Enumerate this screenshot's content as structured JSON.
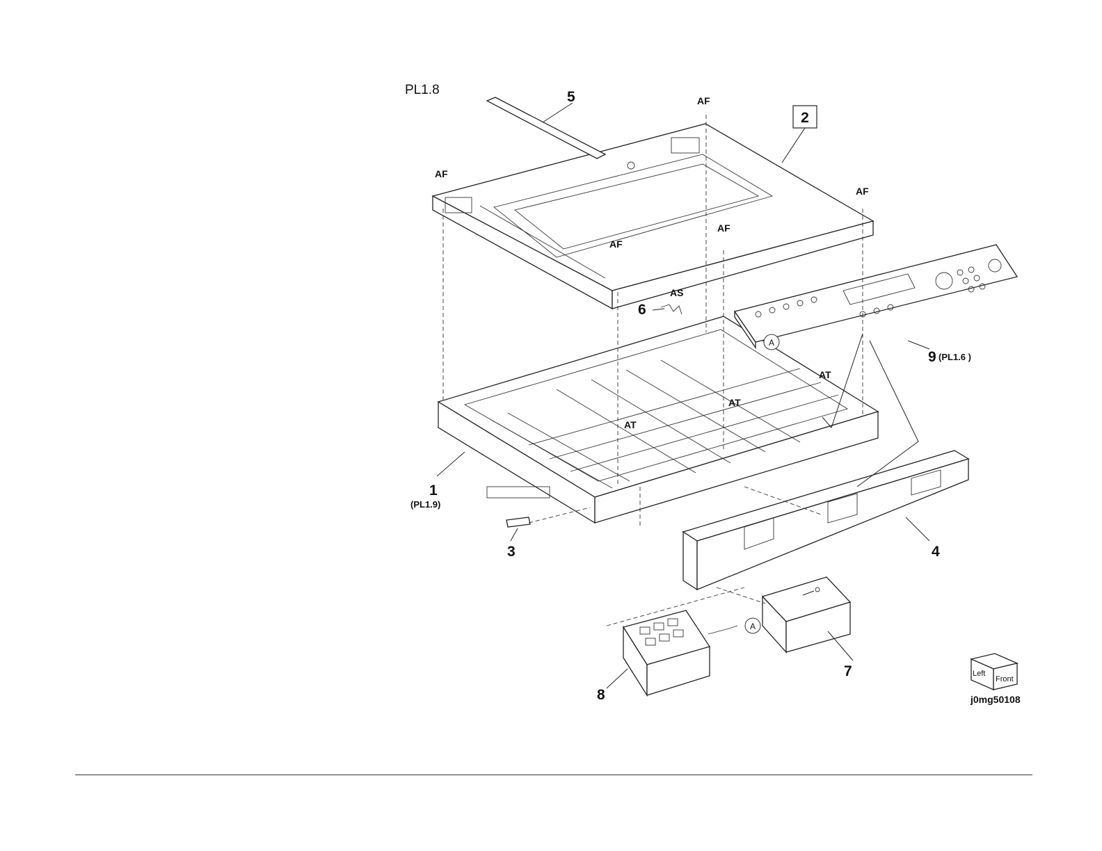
{
  "title": "PL1.8",
  "image_code": "j0mg50108",
  "parts": [
    {
      "number": "1",
      "ref": "(PL1.9)"
    },
    {
      "number": "2",
      "boxed": true
    },
    {
      "number": "3"
    },
    {
      "number": "4"
    },
    {
      "number": "5"
    },
    {
      "number": "6"
    },
    {
      "number": "7"
    },
    {
      "number": "8"
    },
    {
      "number": "9",
      "ref": "(PL1.6 )"
    }
  ],
  "fastener_tags": {
    "af": "AF",
    "at": "AT",
    "as": "AS"
  },
  "connector_letter": "A",
  "orientation_cube": {
    "left": "Left",
    "front": "Front"
  }
}
